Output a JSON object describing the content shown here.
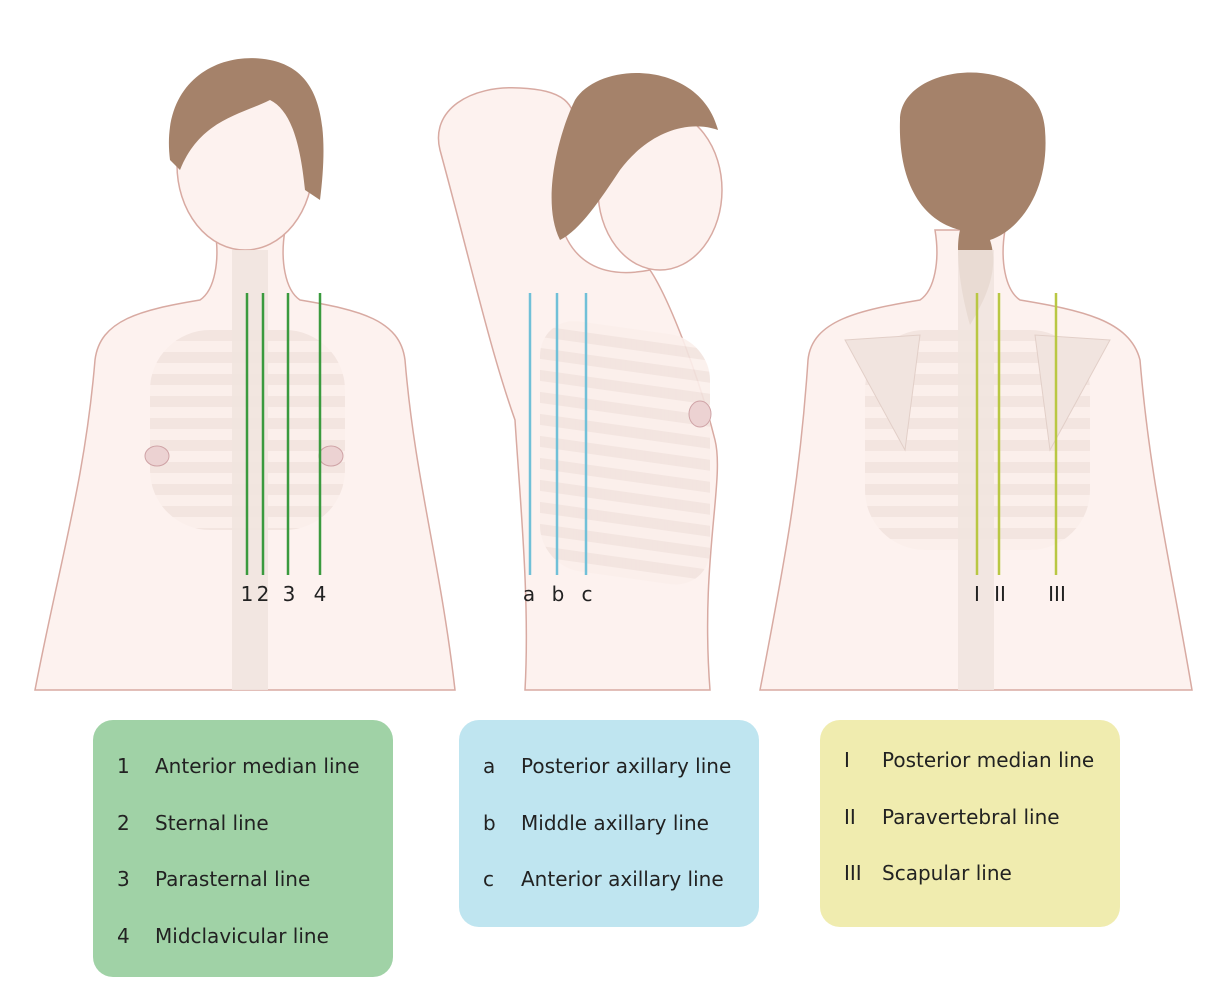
{
  "colors": {
    "front_lines": "#3a9a3e",
    "side_lines": "#70c0d8",
    "back_lines": "#b9c743",
    "skin": "#fdf2ef",
    "outline": "#d8aaa2",
    "hair": "#a5826a",
    "bone": "#f3e6e0"
  },
  "front": {
    "labels": [
      "1",
      "2",
      "3",
      "4"
    ]
  },
  "side": {
    "labels": [
      "a",
      "b",
      "c"
    ]
  },
  "back": {
    "labels": [
      "I",
      "II",
      "III"
    ]
  },
  "legend_front": [
    {
      "key": "1",
      "text": "Anterior median line"
    },
    {
      "key": "2",
      "text": "Sternal line"
    },
    {
      "key": "3",
      "text": "Parasternal line"
    },
    {
      "key": "4",
      "text": "Midclavicular line"
    }
  ],
  "legend_side": [
    {
      "key": "a",
      "text": "Posterior axillary line"
    },
    {
      "key": "b",
      "text": "Middle axillary line"
    },
    {
      "key": "c",
      "text": "Anterior axillary line"
    }
  ],
  "legend_back": [
    {
      "key": "I",
      "text": "Posterior median line"
    },
    {
      "key": "II",
      "text": "Paravertebral line"
    },
    {
      "key": "III",
      "text": "Scapular line"
    }
  ]
}
